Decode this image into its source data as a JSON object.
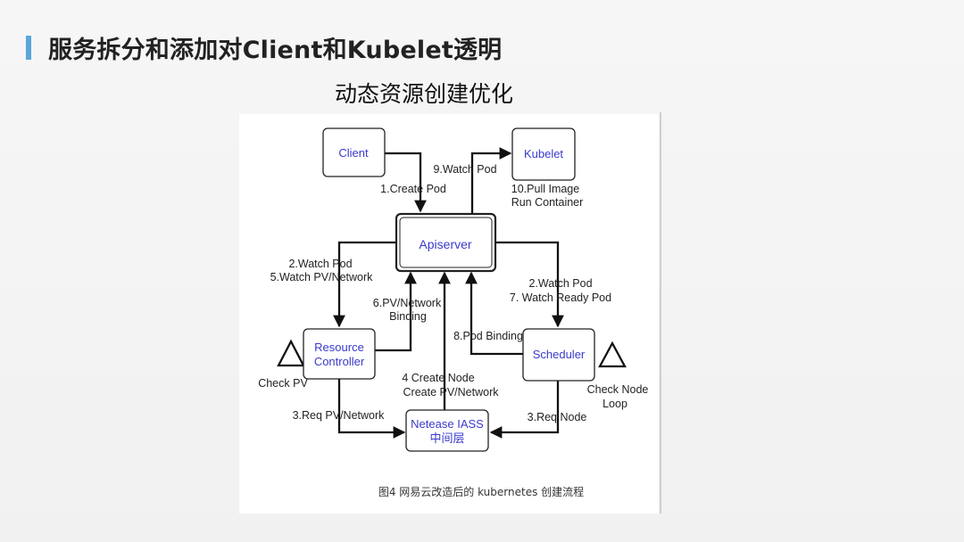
{
  "slide": {
    "title": "服务拆分和添加对Client和Kubelet透明",
    "subtitle": "动态资源创建优化",
    "accent_color": "#5aa6dc"
  },
  "diagram": {
    "nodes": {
      "client": "Client",
      "kubelet": "Kubelet",
      "apiserver": "Apiserver",
      "resource_controller": [
        "Resource",
        "Controller"
      ],
      "scheduler": "Scheduler",
      "netease_iass": [
        "Netease IASS",
        "中间层"
      ]
    },
    "edges": {
      "create_pod": "1.Create Pod",
      "watch_pod_kubelet": "9.Watch Pod",
      "pull_image": [
        "10.Pull Image",
        "Run Container"
      ],
      "watch_pod_rc": [
        "2.Watch Pod",
        "5.Watch PV/Network"
      ],
      "pv_network_binding": [
        "6.PV/Network",
        "Binding"
      ],
      "watch_pod_scheduler": [
        "2.Watch Pod",
        "7. Watch Ready Pod"
      ],
      "pod_binding": "8.Pod Binding",
      "create_node": [
        "4 Create Node",
        "Create PV/Network"
      ],
      "req_pv_network": "3.Req PV/Network",
      "req_node": "3.Req Node",
      "check_pv": "Check PV",
      "check_node_loop": [
        "Check Node",
        "Loop"
      ]
    },
    "caption": "图4 网易云改造后的 kubernetes 创建流程"
  }
}
